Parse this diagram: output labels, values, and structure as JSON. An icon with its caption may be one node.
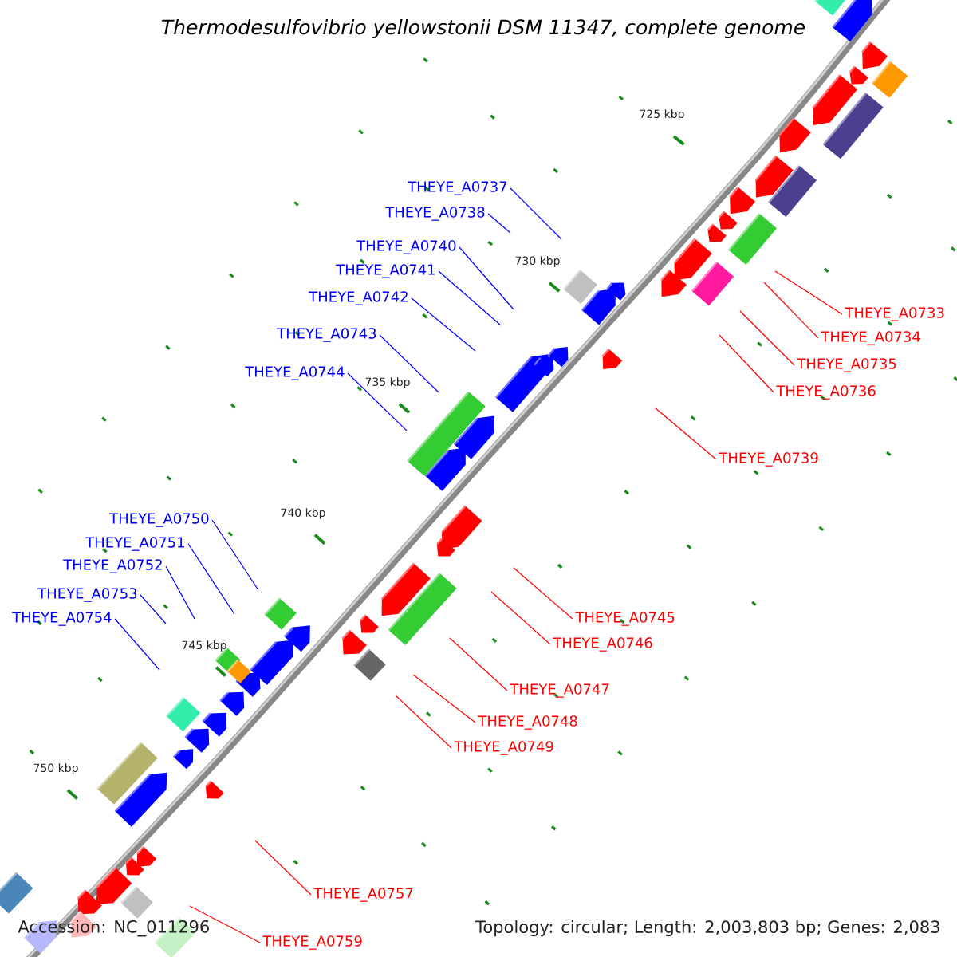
{
  "diagram": {
    "title": "Thermodesulfovibrio yellowstonii DSM 11347, complete genome",
    "nodes": [
      {
        "text": [
          "THEYE_A0737"
        ]
      },
      {
        "text": [
          "THEYE_A0738"
        ]
      },
      {
        "text": [
          "THEYE_A0740"
        ]
      },
      {
        "text": [
          "THEYE_A0741"
        ]
      },
      {
        "text": [
          "THEYE_A0742"
        ]
      },
      {
        "text": [
          "THEYE_A0733"
        ]
      },
      {
        "text": [
          "THEYE_A0743"
        ]
      },
      {
        "text": [
          "THEYE_A0734"
        ]
      },
      {
        "text": [
          "THEYE_A0735"
        ]
      },
      {
        "text": [
          "THEYE_A0744"
        ]
      },
      {
        "text": [
          "THEYE_A0736"
        ]
      },
      {
        "text": [
          "THEYE_A0739"
        ]
      },
      {
        "text": [
          "THEYE_A0750"
        ]
      },
      {
        "text": [
          "THEYE_A0751"
        ]
      },
      {
        "text": [
          "THEYE_A0752"
        ]
      },
      {
        "text": [
          "THEYE_A0753"
        ]
      },
      {
        "text": [
          "THEYE_A0745"
        ]
      },
      {
        "text": [
          "THEYE_A0754"
        ]
      },
      {
        "text": [
          "THEYE_A0746"
        ]
      },
      {
        "text": [
          "THEYE_A0747"
        ]
      },
      {
        "text": [
          "THEYE_A0748"
        ]
      },
      {
        "text": [
          "THEYE_A0749"
        ]
      },
      {
        "text": [
          "THEYE_A0757"
        ]
      },
      {
        "text": [
          "THEYE_A0759"
        ]
      }
    ],
    "edges": [
      {
        "from": 0,
        "to": null,
        "arrow": "none"
      },
      {
        "from": 1,
        "to": null,
        "arrow": "none"
      },
      {
        "from": 2,
        "to": null,
        "arrow": "none"
      },
      {
        "from": 3,
        "to": null,
        "arrow": "none"
      },
      {
        "from": 4,
        "to": null,
        "arrow": "none"
      },
      {
        "from": 5,
        "to": null,
        "arrow": "none",
        "color": "#ff0000"
      },
      {
        "from": 6,
        "to": null,
        "arrow": "none"
      },
      {
        "from": 7,
        "to": null,
        "arrow": "none",
        "color": "#ff0000"
      },
      {
        "from": 8,
        "to": null,
        "arrow": "none",
        "color": "#ff0000"
      },
      {
        "from": 9,
        "to": null,
        "arrow": "none"
      },
      {
        "from": 10,
        "to": null,
        "arrow": "none",
        "color": "#ff0000"
      },
      {
        "from": 11,
        "to": null,
        "arrow": "none",
        "color": "#ff0000"
      },
      {
        "from": 12,
        "to": null,
        "arrow": "none"
      },
      {
        "from": 13,
        "to": null,
        "arrow": "none"
      },
      {
        "from": 14,
        "to": null,
        "arrow": "none"
      },
      {
        "from": 15,
        "to": null,
        "arrow": "none"
      },
      {
        "from": 16,
        "to": null,
        "arrow": "none",
        "color": "#ff0000"
      },
      {
        "from": 17,
        "to": null,
        "arrow": "none"
      },
      {
        "from": 18,
        "to": null,
        "arrow": "none",
        "color": "#ff0000"
      },
      {
        "from": 19,
        "to": null,
        "arrow": "none",
        "color": "#ff0000"
      },
      {
        "from": 20,
        "to": null,
        "arrow": "none",
        "color": "#ff0000"
      },
      {
        "from": 21,
        "to": null,
        "arrow": "none",
        "color": "#ff0000"
      },
      {
        "from": 22,
        "to": null,
        "arrow": "none",
        "color": "#ff0000"
      },
      {
        "from": 23,
        "to": null,
        "arrow": "none",
        "color": "#ff0000"
      }
    ],
    "labels": [
      "725 kbp",
      "730 kbp",
      "735 kbp",
      "740 kbp",
      "745 kbp",
      "750 kbp",
      "Accession: NC_011296",
      "Topology: circular; Length: 2,003,803 bp; Genes: 2,083"
    ]
  }
}
